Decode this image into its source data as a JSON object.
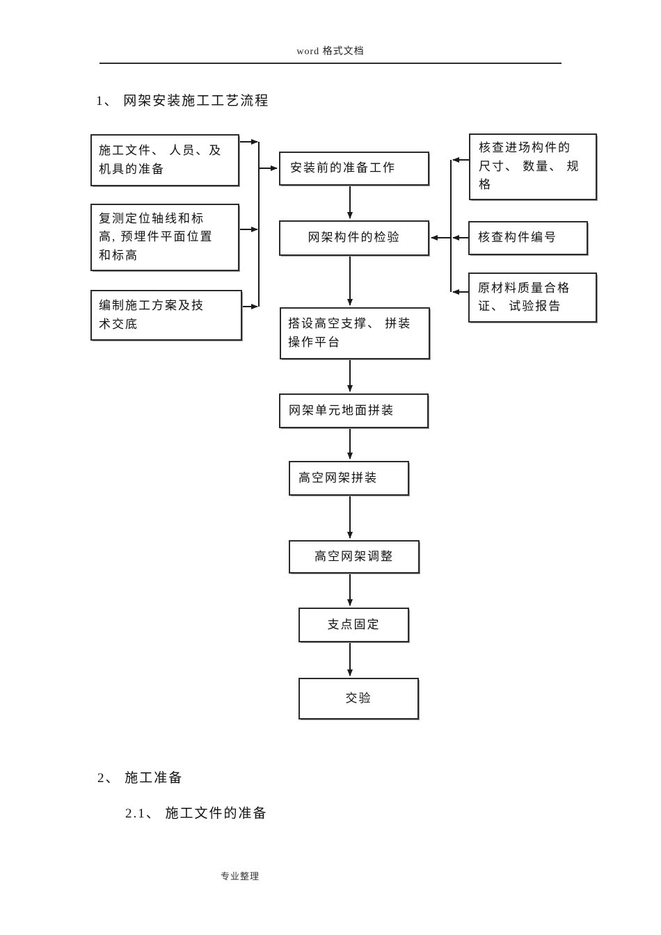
{
  "page": {
    "header_text": "word 格式文档",
    "footer_text": "专业整理"
  },
  "headings": {
    "section1": "1、 网架安装施工工艺流程",
    "section2": "2、 施工准备",
    "section2_1": "2.1、 施工文件的准备"
  },
  "flowchart": {
    "prep_docs": "施工文件、 人员、及\n机具的准备",
    "resurvey": "复测定位轴线和标\n高, 预埋件平面位置\n和标高",
    "scheme": "编制施工方案及技\n术交底",
    "pre_install": "安装前的准备工作",
    "inspection": "网架构件的检验",
    "platform": "搭设高空支撑、 拼装\n操作平台",
    "ground_assembly": "网架单元地面拼装",
    "aerial_assembly": "高空网架拼装",
    "aerial_adjust": "高空网架调整",
    "support_fix": "支点固定",
    "handover": "交验",
    "check_size": "核查进场构件的\n尺寸、 数量、 规\n格",
    "check_number": "核查构件编号",
    "material_cert": "原材料质量合格\n证、 试验报告"
  }
}
